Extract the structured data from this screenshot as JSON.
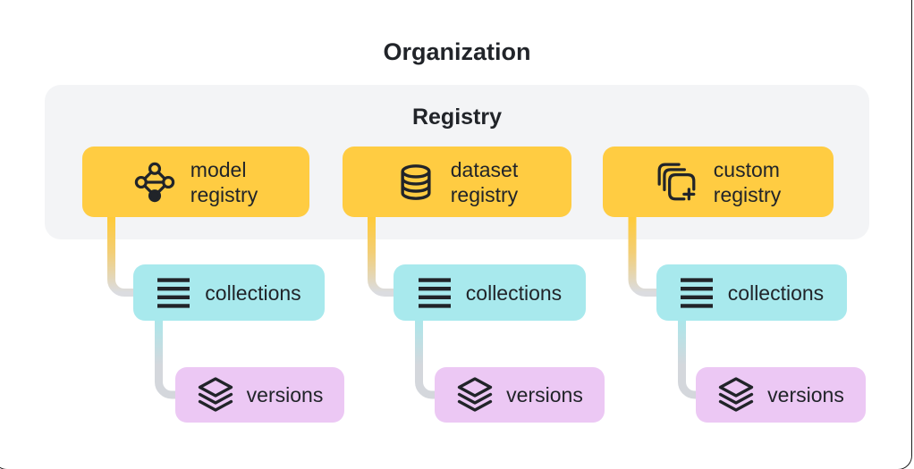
{
  "page_title": "Organization",
  "panel": {
    "title": "Registry"
  },
  "columns": [
    {
      "registry": {
        "line1": "model",
        "line2": "registry",
        "icon": "model-registry-icon"
      },
      "collections_label": "collections",
      "versions_label": "versions"
    },
    {
      "registry": {
        "line1": "dataset",
        "line2": "registry",
        "icon": "dataset-registry-icon"
      },
      "collections_label": "collections",
      "versions_label": "versions"
    },
    {
      "registry": {
        "line1": "custom",
        "line2": "registry",
        "icon": "custom-registry-icon"
      },
      "collections_label": "collections",
      "versions_label": "versions"
    }
  ],
  "icons": {
    "model_registry": "network-nodes-icon",
    "dataset_registry": "database-icon",
    "custom_registry": "stacked-frames-plus-icon",
    "collections": "list-lines-icon",
    "versions": "layers-icon"
  },
  "colors": {
    "registry_box": "#FFCC42",
    "collections_box": "#A8E9ED",
    "versions_box": "#ECC8F4",
    "panel_bg": "#F3F4F6",
    "ink": "#212429",
    "connector_yellow": "#FFCB3B",
    "connector_cyan": "#ACE6EA",
    "connector_gray": "#DBDCE0"
  }
}
